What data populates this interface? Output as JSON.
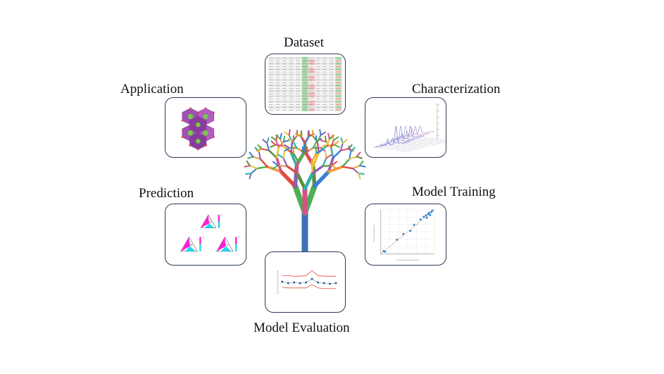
{
  "nodes": {
    "dataset": {
      "label": "Dataset"
    },
    "application": {
      "label": "Application"
    },
    "characterization": {
      "label": "Characterization"
    },
    "prediction": {
      "label": "Prediction"
    },
    "model_training": {
      "label": "Model Training"
    },
    "model_evaluation": {
      "label": "Model Evaluation"
    }
  },
  "colors": {
    "trunk": "#3f6fb8",
    "panel_border": "#2b3a55",
    "branch_palette": [
      "#e24b3c",
      "#f29a3a",
      "#4caf50",
      "#3b7dd8",
      "#8e5bb5",
      "#2bb3a8",
      "#e8c33a",
      "#d94f8a",
      "#5a8f3c"
    ]
  }
}
